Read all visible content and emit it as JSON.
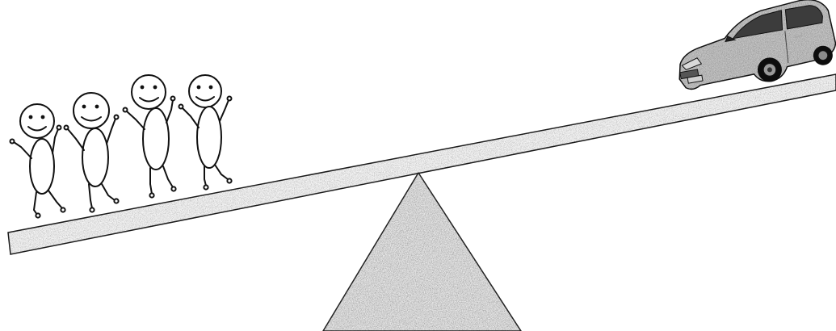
{
  "scene": {
    "background": "#ffffff",
    "figure_count": 4,
    "figures": [
      {
        "name": "stick-figure-1"
      },
      {
        "name": "stick-figure-2"
      },
      {
        "name": "stick-figure-3"
      },
      {
        "name": "stick-figure-4"
      }
    ],
    "vehicle": "car",
    "elements": [
      "seesaw-plank",
      "fulcrum-triangle",
      "stick-figures",
      "car"
    ],
    "colors": {
      "plank_fill": "#9a9a9a",
      "plank_edge": "#1a1a1a",
      "fulcrum_fill": "#6e6e6e",
      "figure_line": "#111111",
      "car_body": "#1b1b1b"
    }
  }
}
